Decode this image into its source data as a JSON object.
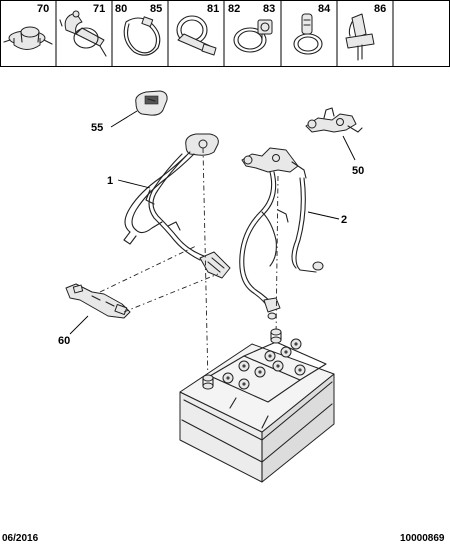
{
  "header_cells": [
    {
      "labels": [
        "70"
      ],
      "icon": "clip-icon"
    },
    {
      "labels": [
        "71"
      ],
      "icon": "clamp-icon"
    },
    {
      "labels": [
        "80",
        "85"
      ],
      "icon": "cable-tie-icon"
    },
    {
      "labels": [
        "81"
      ],
      "icon": "hose-clamp-icon"
    },
    {
      "labels": [
        "82",
        "83"
      ],
      "icon": "clamp-with-stud-icon"
    },
    {
      "labels": [
        "84"
      ],
      "icon": "strap-clip-icon"
    },
    {
      "labels": [
        "86"
      ],
      "icon": "push-clip-icon"
    }
  ],
  "callouts": {
    "c55": "55",
    "c50": "50",
    "c1": "1",
    "c2": "2",
    "c60": "60"
  },
  "footer": {
    "date": "06/2016",
    "ref": "10000869"
  }
}
